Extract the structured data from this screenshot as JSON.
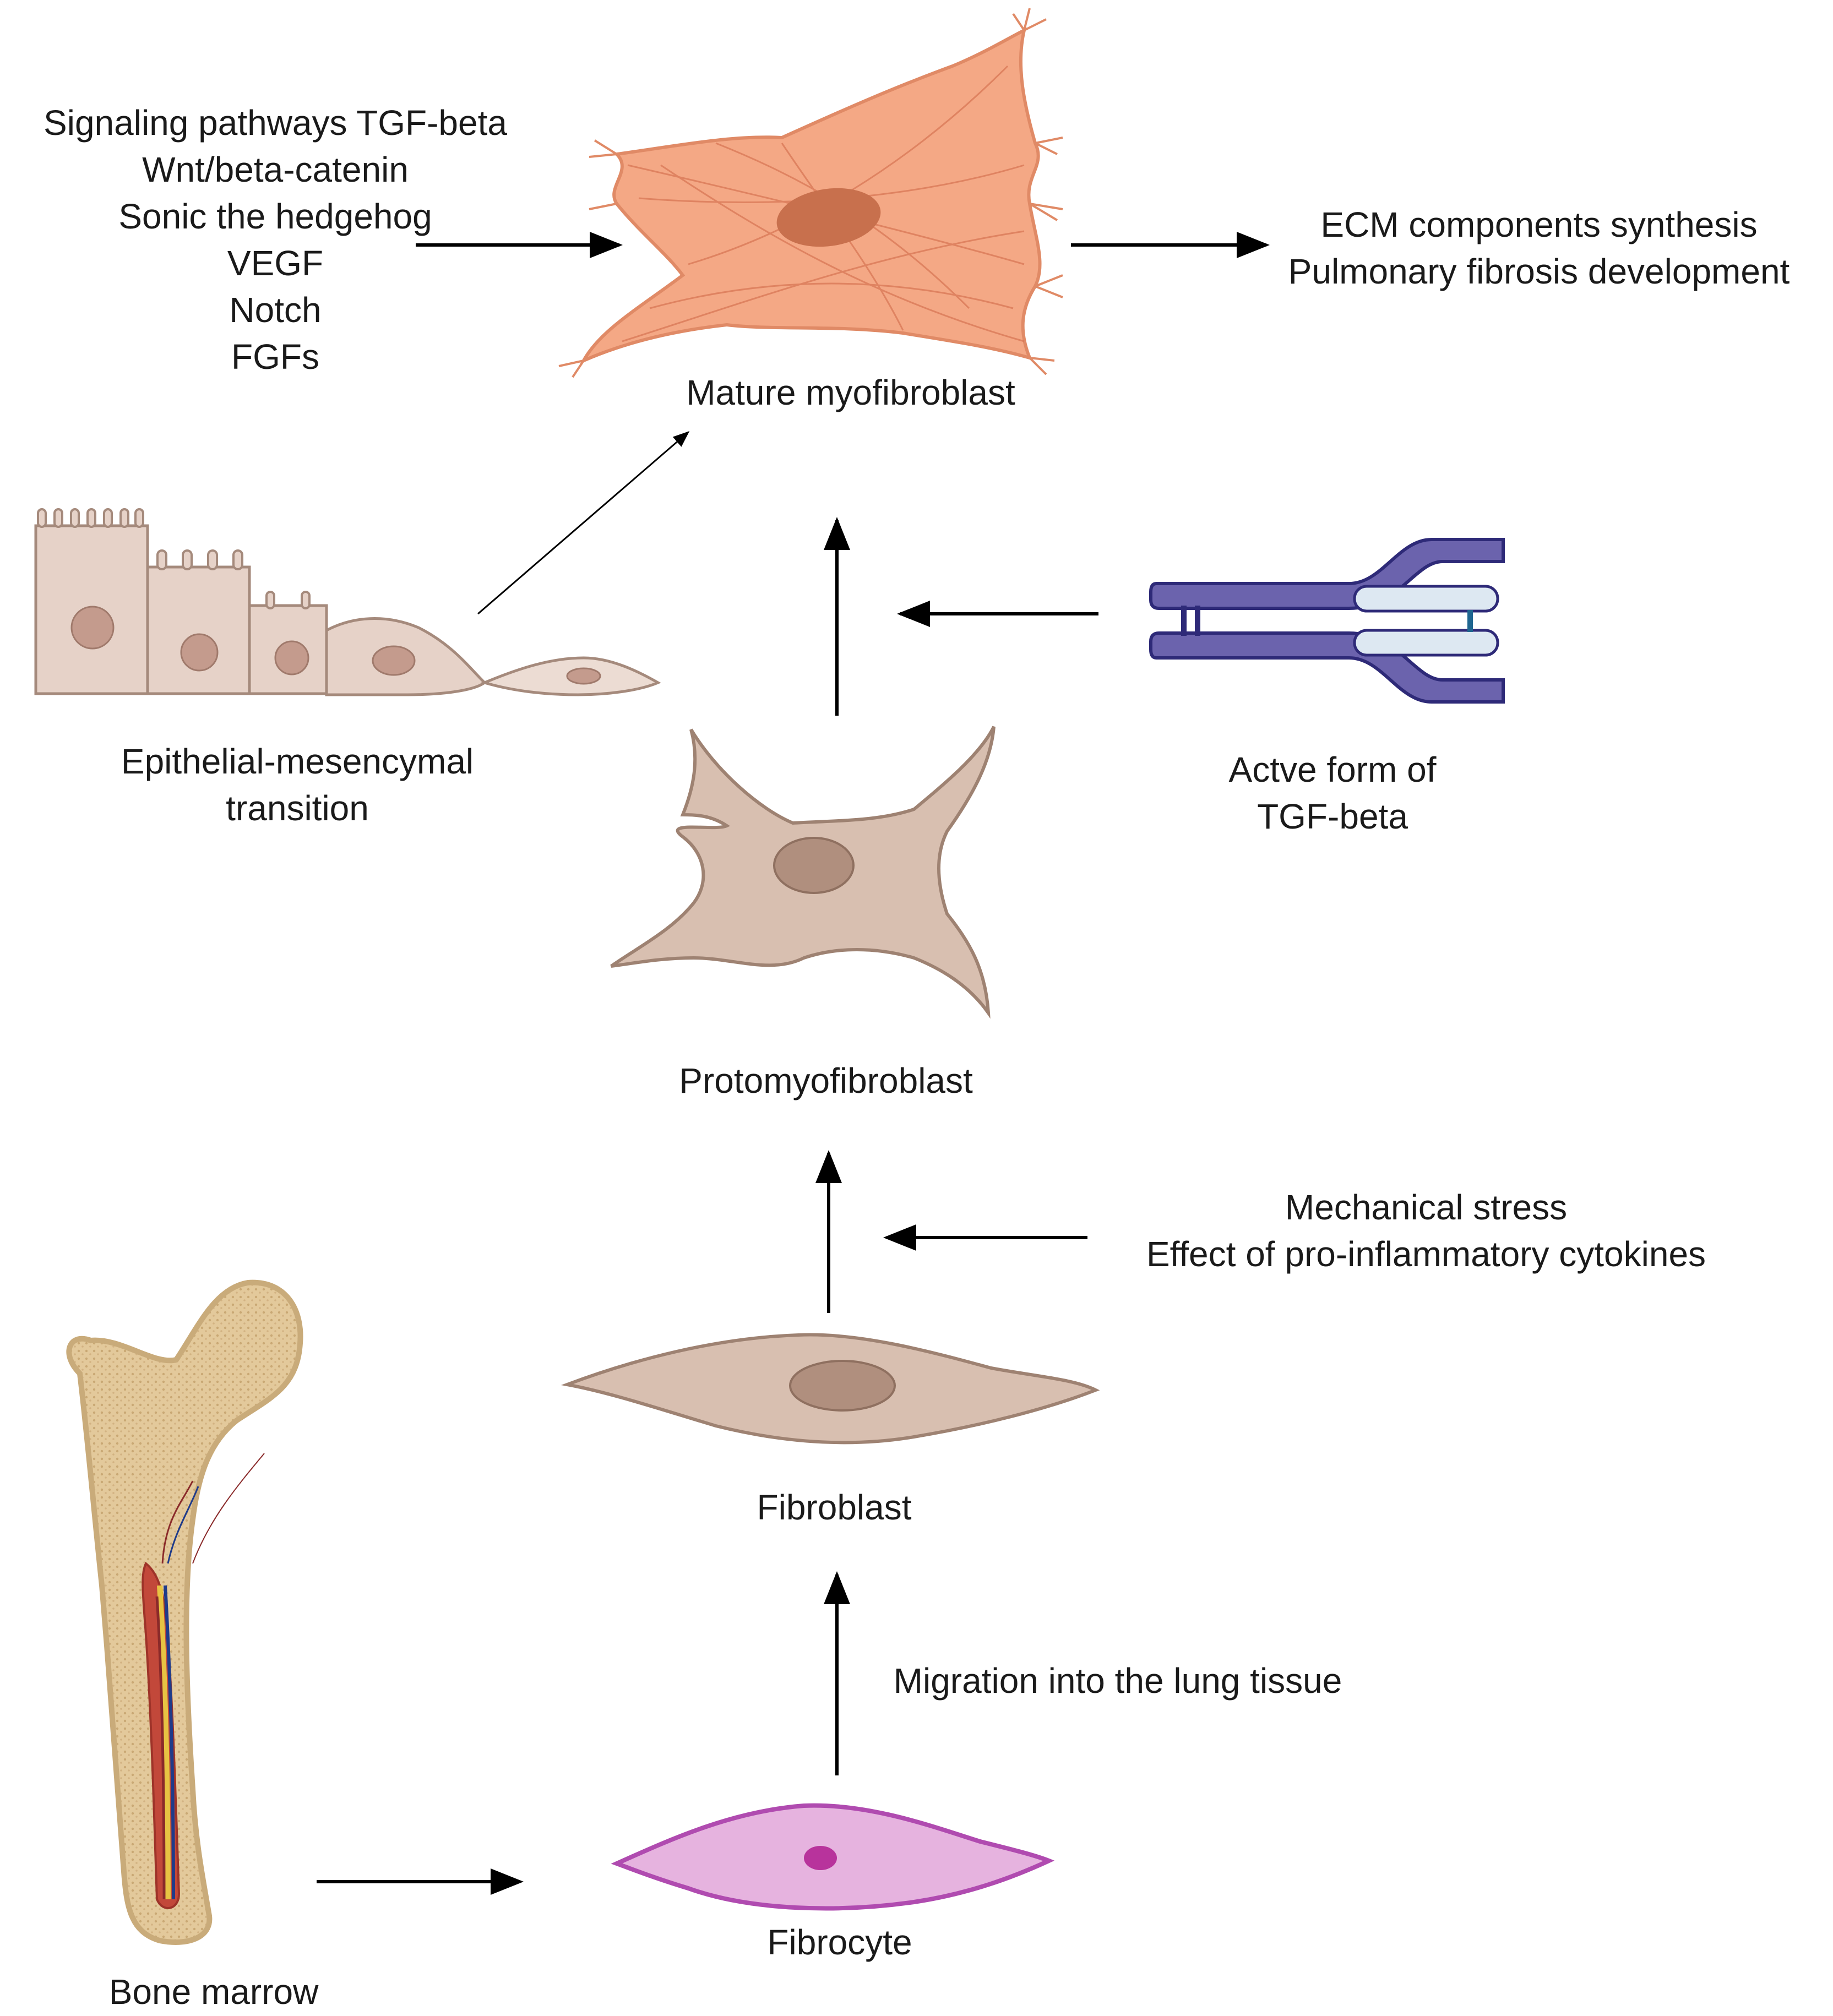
{
  "labels": {
    "signaling": [
      "Signaling pathways TGF-beta",
      "Wnt/beta-catenin",
      "Sonic the hedgehog",
      "VEGF",
      "Notch",
      "FGFs"
    ],
    "outcome": [
      "ECM components synthesis",
      "Pulmonary fibrosis development"
    ],
    "mature_myofibroblast": "Mature myofibroblast",
    "emt": [
      "Epithelial-mesencymal",
      "transition"
    ],
    "tgf_beta": [
      "Actve form of",
      "TGF-beta"
    ],
    "protomyofibroblast": "Protomyofibroblast",
    "stress": [
      "Mechanical stress",
      "Effect of pro-inflammatory cytokines"
    ],
    "fibroblast": "Fibroblast",
    "migration": "Migration into the lung tissue",
    "fibrocyte": "Fibrocyte",
    "bone_marrow": "Bone marrow"
  },
  "colors": {
    "myofibroblast": "#f4a885",
    "myofibroblast_nucleus": "#c8704d",
    "cell_tan": "#d8bfb0",
    "cell_outline": "#9e8272",
    "nucleus_tan": "#b08f7e",
    "tgf_purple": "#6b63ad",
    "tgf_dark": "#2e2a78",
    "tgf_inner": "#dde8f2",
    "tgf_teal": "#1f6690",
    "fibrocyte": "#e6b3df",
    "fibrocyte_outline": "#b04bb0",
    "fibrocyte_nucleus": "#b8339c",
    "bone": "#ddc293",
    "bone_edge": "#c9ab7a",
    "marrow_red": "#c2483a",
    "arrow": "#000000"
  },
  "icons": [
    "myofibroblast-cell-icon",
    "epithelial-cells-icon",
    "tgf-beta-receptor-icon",
    "protomyofibroblast-cell-icon",
    "fibroblast-cell-icon",
    "bone-icon",
    "fibrocyte-cell-icon"
  ]
}
